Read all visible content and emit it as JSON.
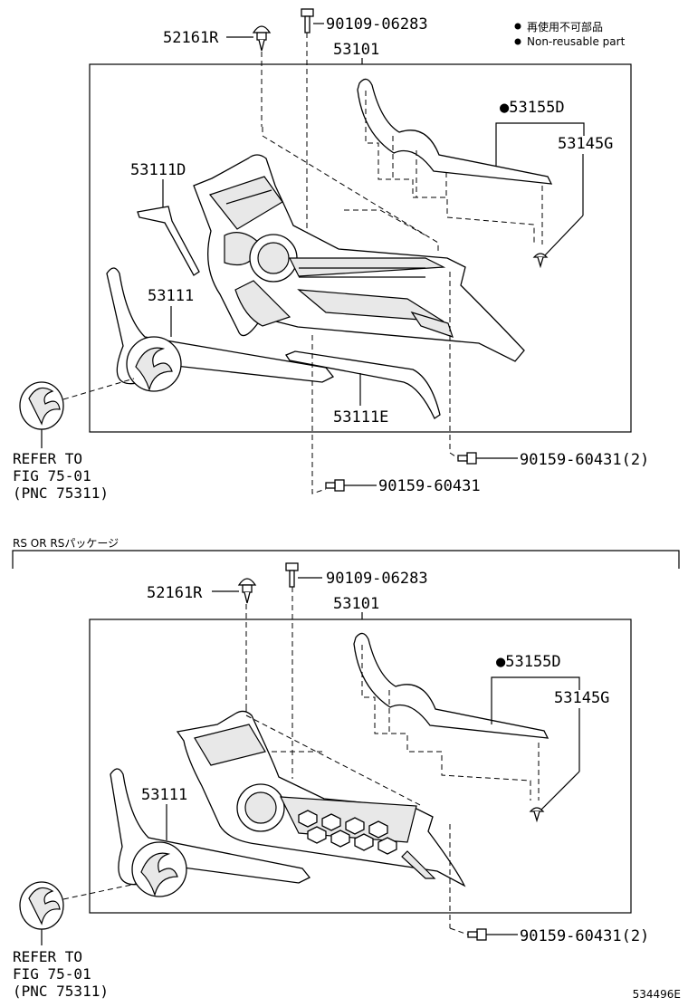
{
  "legend": {
    "jp": "再使用不可部品",
    "en": "Non-reusable part"
  },
  "section_top": {
    "labels": {
      "p52161R": "52161R",
      "p90109": "90109-06283",
      "p53101": "53101",
      "p53155D": "●53155D",
      "p53145G": "53145G",
      "p53111D": "53111D",
      "p53111": "53111",
      "p53111E": "53111E",
      "p90159a": "90159-60431(2)",
      "p90159b": "90159-60431"
    },
    "refer": [
      "REFER TO",
      "FIG 75-01",
      "(PNC 75311)"
    ]
  },
  "section_bottom": {
    "title": "RS OR RSパッケージ",
    "labels": {
      "p52161R": "52161R",
      "p90109": "90109-06283",
      "p53101": "53101",
      "p53155D": "●53155D",
      "p53145G": "53145G",
      "p53111": "53111",
      "p90159a": "90159-60431(2)"
    },
    "refer": [
      "REFER TO",
      "FIG 75-01",
      "(PNC 75311)"
    ]
  },
  "diagram_id": "534496E"
}
